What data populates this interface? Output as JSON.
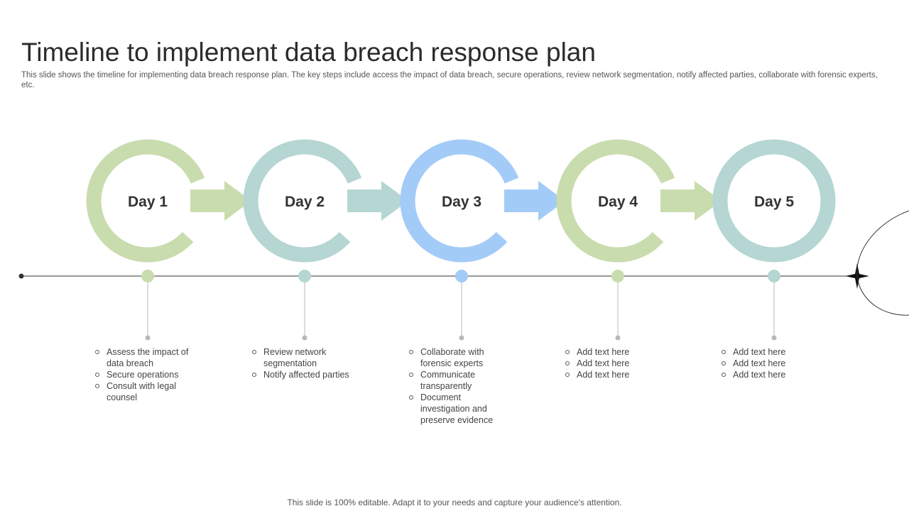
{
  "title": "Timeline to implement data breach response plan",
  "subtitle": "This slide shows the timeline for implementing data breach response plan. The key steps include access the impact of data breach, secure operations, review network segmentation, notify affected parties, collaborate with forensic experts, etc.",
  "footer": "This slide is 100% editable. Adapt it to your needs and capture your audience's attention.",
  "stages": [
    {
      "label": "Day 1",
      "color": "#c9dcae",
      "bullets": [
        "Assess the impact of data breach",
        "Secure operations",
        "Consult with legal counsel"
      ]
    },
    {
      "label": "Day 2",
      "color": "#b5d6d3",
      "bullets": [
        "Review network segmentation",
        "Notify affected parties"
      ]
    },
    {
      "label": "Day 3",
      "color": "#a3cbf7",
      "bullets": [
        "Collaborate with forensic experts",
        "Communicate transparently",
        "Document investigation and preserve evidence"
      ]
    },
    {
      "label": "Day 4",
      "color": "#c9dcae",
      "bullets": [
        "Add text here",
        "Add text here",
        "Add text here"
      ]
    },
    {
      "label": "Day 5",
      "color": "#b5d6d3",
      "bullets": [
        "Add text here",
        "Add text here",
        "Add text here"
      ]
    }
  ],
  "timeline_color": "#333333",
  "connector_color": "#b8b8b8"
}
